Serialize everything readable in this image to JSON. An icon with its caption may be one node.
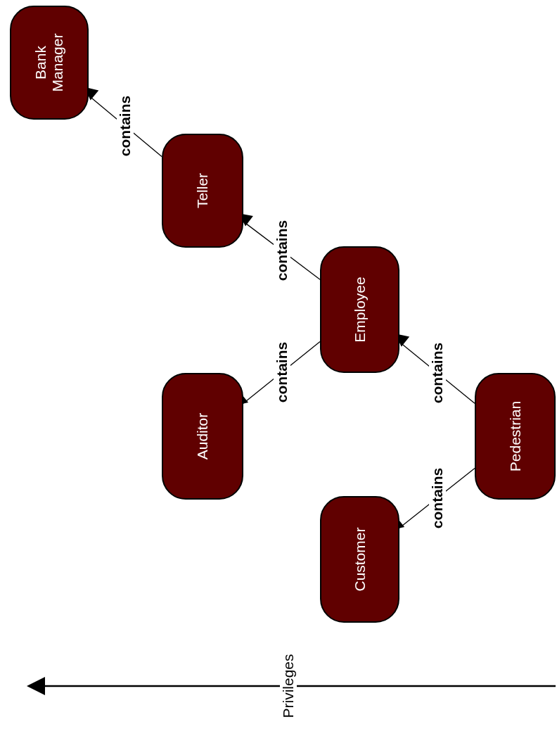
{
  "diagram": {
    "nodes": [
      {
        "text": [
          "Bank Manager"
        ]
      },
      {
        "text": [
          "Teller"
        ]
      },
      {
        "text": [
          "Employee"
        ]
      },
      {
        "text": [
          "Auditor"
        ]
      },
      {
        "text": [
          "Pedestrian"
        ]
      },
      {
        "text": [
          "Customer"
        ]
      }
    ],
    "edges": [
      {
        "from": 1,
        "to": 0,
        "arrow": "to",
        "label": "contains"
      },
      {
        "from": 2,
        "to": 1,
        "arrow": "to",
        "label": "contains"
      },
      {
        "from": 2,
        "to": 3,
        "arrow": "to",
        "label": "contains"
      },
      {
        "from": 4,
        "to": 2,
        "arrow": "to",
        "label": "contains"
      },
      {
        "from": 4,
        "to": 5,
        "arrow": "to",
        "label": "contains"
      }
    ],
    "labels": [
      "Privileges"
    ]
  }
}
